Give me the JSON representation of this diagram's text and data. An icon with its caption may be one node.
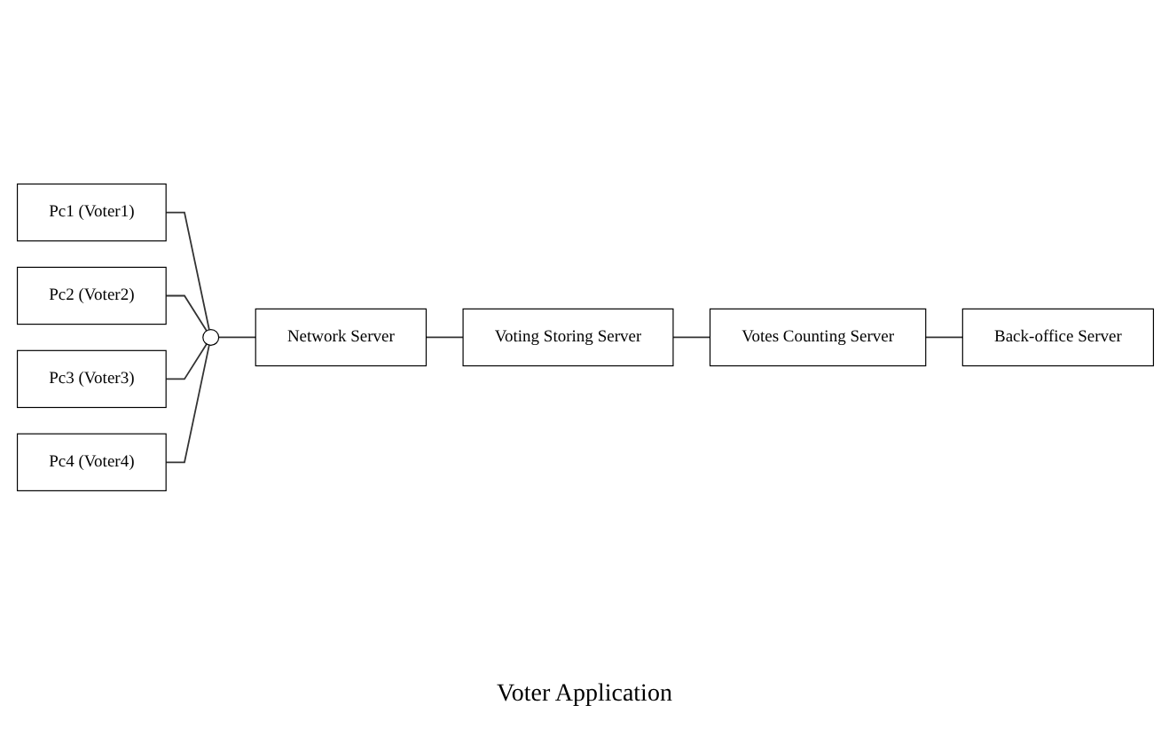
{
  "diagram": {
    "nodes": [
      {
        "text": [
          "Pc1 (Voter1)"
        ]
      },
      {
        "text": [
          "Pc2 (Voter2)"
        ]
      },
      {
        "text": [
          "Pc3 (Voter3)"
        ]
      },
      {
        "text": [
          "Pc4 (Voter4)"
        ]
      },
      {
        "text": [],
        "shape": "circle"
      },
      {
        "text": [
          "Network Server"
        ]
      },
      {
        "text": [
          "Voting Storing Server"
        ]
      },
      {
        "text": [
          "Votes Counting Server"
        ]
      },
      {
        "text": [
          "Back-office Server"
        ]
      }
    ],
    "edges": [
      {
        "from": 0,
        "to": 4,
        "arrow": "none"
      },
      {
        "from": 1,
        "to": 4,
        "arrow": "none"
      },
      {
        "from": 2,
        "to": 4,
        "arrow": "none"
      },
      {
        "from": 3,
        "to": 4,
        "arrow": "none"
      },
      {
        "from": 4,
        "to": 5,
        "arrow": "none"
      },
      {
        "from": 5,
        "to": 6,
        "arrow": "none"
      },
      {
        "from": 6,
        "to": 7,
        "arrow": "none"
      },
      {
        "from": 7,
        "to": 8,
        "arrow": "none"
      }
    ],
    "labels": [
      "Voter Application"
    ]
  }
}
